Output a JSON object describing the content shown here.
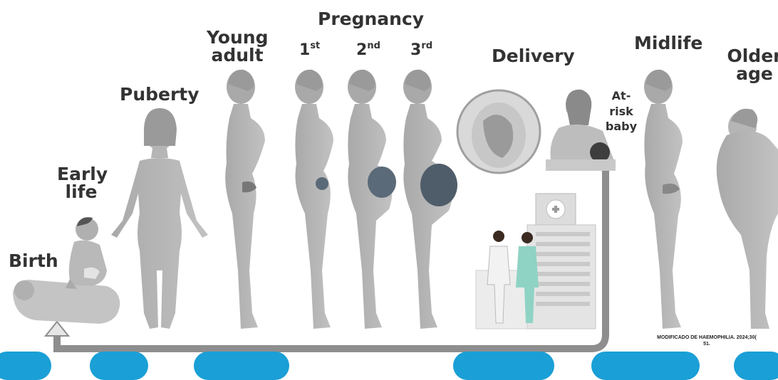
{
  "stages": {
    "birth": "Birth",
    "early_life_1": "Early",
    "early_life_2": "life",
    "puberty": "Puberty",
    "young_adult_1": "Young",
    "young_adult_2": "adult",
    "pregnancy": "Pregnancy",
    "trimester_1": "1",
    "trimester_1_sup": "st",
    "trimester_2": "2",
    "trimester_2_sup": "nd",
    "trimester_3": "3",
    "trimester_3_sup": "rd",
    "delivery": "Delivery",
    "at_risk_1": "At-",
    "at_risk_2": "risk",
    "at_risk_3": "baby",
    "midlife": "Midlife",
    "older_age_1": "Older",
    "older_age_2": "age"
  },
  "citation": {
    "line1": "MODIFICADO DE HAEMOPHILIA. 2024;30(",
    "line2": "51."
  },
  "colors": {
    "figure": "#b3b3b3",
    "figure_dark": "#9a9a9a",
    "text": "#333333",
    "arrow": "#8e8e8e",
    "accent": "#1a9fd6",
    "fetus": "#5a6a78"
  }
}
